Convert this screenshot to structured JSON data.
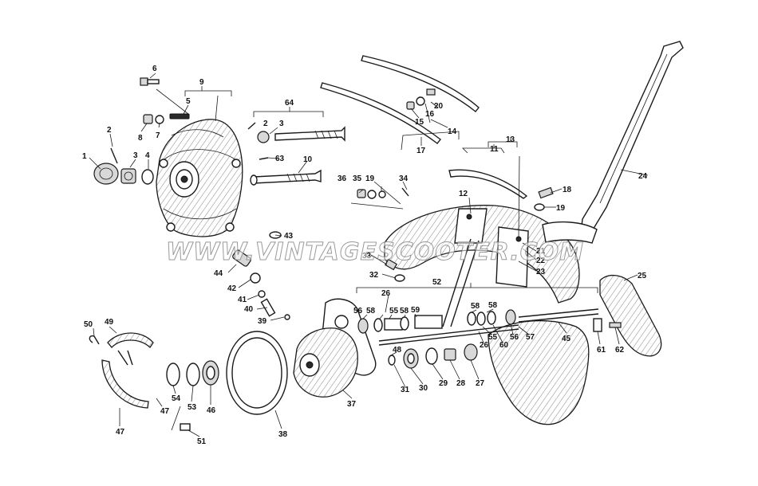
{
  "watermark": "WWW.VINTAGESCOOTER.COM",
  "callouts": [
    "1",
    "2",
    "3",
    "4",
    "5",
    "6",
    "7",
    "8",
    "9",
    "10",
    "11",
    "12",
    "13",
    "14",
    "15",
    "16",
    "17",
    "18",
    "19",
    "20",
    "21",
    "22",
    "23",
    "24",
    "25",
    "26",
    "27",
    "28",
    "29",
    "30",
    "31",
    "32",
    "33",
    "34",
    "35",
    "36",
    "37",
    "38",
    "39",
    "40",
    "41",
    "42",
    "43",
    "44",
    "45",
    "46",
    "47",
    "48",
    "49",
    "50",
    "51",
    "52",
    "53",
    "54",
    "55",
    "56",
    "57",
    "58",
    "59",
    "60",
    "61",
    "62",
    "63",
    "64"
  ]
}
